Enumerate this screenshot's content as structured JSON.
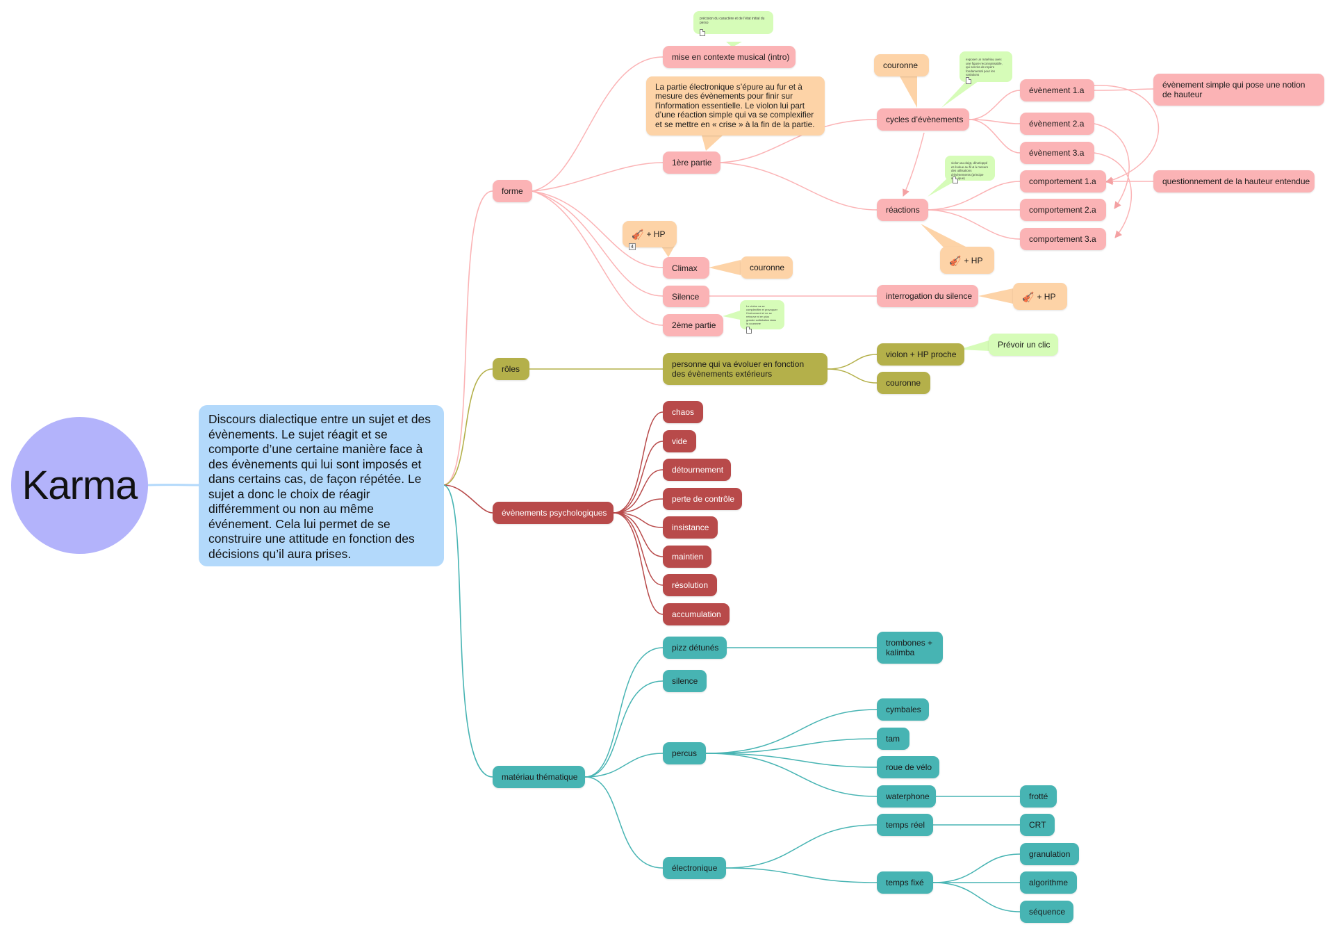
{
  "root": {
    "label": "Karma"
  },
  "central": {
    "text": "Discours dialectique entre un sujet et des évènements. Le sujet réagit et se comporte d’une certaine manière face à des évènements qui lui sont imposés et dans certains cas, de façon répétée. Le sujet a donc le choix de réagir différemment ou non au même événement. Cela lui permet de se construire une attitude en fonction des décisions qu’il aura prises."
  },
  "forme": {
    "label": "forme",
    "mise_en_contexte": "mise en contexte musical (intro)",
    "note_intro": "précision du caractère et de l’état initial du perso",
    "premiere_partie": "1ère partie",
    "callout_premiere": "La partie électronique s’épure au fur et à mesure des évènements pour finir sur l’information essentielle. Le violon lui part d’une réaction simple qui va se complexifier et se mettre en « crise » à la fin de la partie.",
    "cycles": "cycles d’évènements",
    "couronne_cycles": "couronne",
    "note_cycles": "exposer un matériau avec une figure reconnaissable, qui servira de repère fondamental pour les variations",
    "evenement_1a": "évènement 1.a",
    "evenement_2a": "évènement 2.a",
    "evenement_3a": "évènement 3.a",
    "evenement_simple": "évènement simple qui pose une notion de hauteur",
    "reactions": "réactions",
    "note_reactions": "violon au doigt, développé et évolue au fil & à mesure des utilisations d’événements (principe identique)",
    "hp_reactions": "+ HP",
    "comportement_1a": "comportement 1.a",
    "comportement_2a": "comportement 2.a",
    "comportement_3a": "comportement 3.a",
    "questionnement": "questionnement de la hauteur entendue",
    "hp_climax": "+ HP",
    "badge_climax": "4",
    "climax": "Climax",
    "couronne_climax": "couronne",
    "silence": "Silence",
    "interrogation": "interrogation du silence",
    "hp_silence": "+ HP",
    "deuxieme_partie": "2ème partie",
    "note_deuxieme": "Le violon va se complexifier et provoquer l’évènement et ne se retrouve ni en plus grande sollicitation dans la couronne"
  },
  "roles": {
    "label": "rôles",
    "personne": "personne qui va évoluer en fonction des évènements extérieurs",
    "violon_hp": "violon + HP proche",
    "prevoir": "Prévoir un clic",
    "couronne": "couronne"
  },
  "evenements": {
    "label": "évènements psychologiques",
    "items": [
      "chaos",
      "vide",
      "détournement",
      "perte de contrôle",
      "insistance",
      "maintien",
      "résolution",
      "accumulation"
    ]
  },
  "materiau": {
    "label": "matériau thématique",
    "pizz": "pizz détunés",
    "trombones": "trombones + kalimba",
    "silence": "silence",
    "percus": "percus",
    "cymbales": "cymbales",
    "tam": "tam",
    "roue": "roue de vélo",
    "waterphone": "waterphone",
    "frotte": "frotté",
    "electronique": "électronique",
    "temps_reel": "temps réel",
    "crt": "CRT",
    "temps_fixe": "temps fixé",
    "granulation": "granulation",
    "algorithme": "algorithme",
    "sequence": "séquence"
  },
  "colors": {
    "forme": "#fbb3b5",
    "roles": "#b4b04a",
    "evenements": "#b84a4a",
    "materiau": "#47b4b3",
    "callout": "#fdd3a7",
    "note": "#d6fcb8",
    "root": "#b3b3fb",
    "central": "#b3d9fb"
  },
  "icons": {
    "violin": "violin-icon",
    "note": "document-icon"
  }
}
